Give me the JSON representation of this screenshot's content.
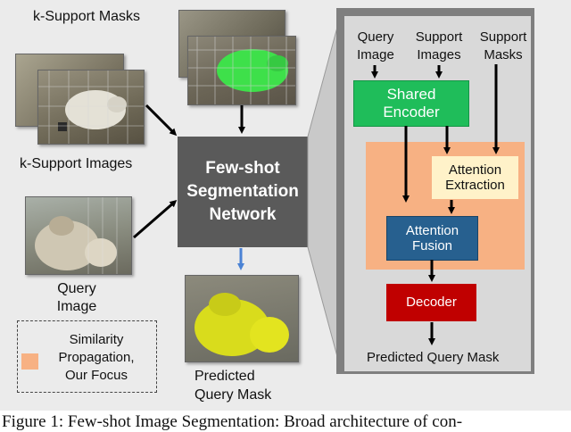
{
  "labels": {
    "support_masks": "k-Support Masks",
    "support_images": "k-Support Images",
    "query_image": "Query\nImage",
    "predicted_query_mask": "Predicted\nQuery Mask"
  },
  "network": {
    "title": "Few-shot\nSegmentation\nNetwork"
  },
  "legend": {
    "text": "Similarity\nPropagation,\nOur Focus",
    "swatch_color": "#f7b183"
  },
  "detail": {
    "input_query": "Query\nImage",
    "input_support_images": "Support\nImages",
    "input_support_masks": "Support\nMasks",
    "shared_encoder": "Shared\nEncoder",
    "attention_extraction": "Attention\nExtraction",
    "attention_fusion": "Attention\nFusion",
    "decoder": "Decoder",
    "output": "Predicted Query Mask"
  },
  "colors": {
    "encoder": "#1fbd5a",
    "attention_extraction": "#fff2c9",
    "attention_fusion": "#27608f",
    "decoder": "#c00000",
    "focus_region": "#f7b183",
    "network_box": "#5a5a5a",
    "predicted_arrow": "#4a82d4"
  },
  "caption": "Figure 1: Few-shot Image Segmentation: Broad architecture of con-"
}
